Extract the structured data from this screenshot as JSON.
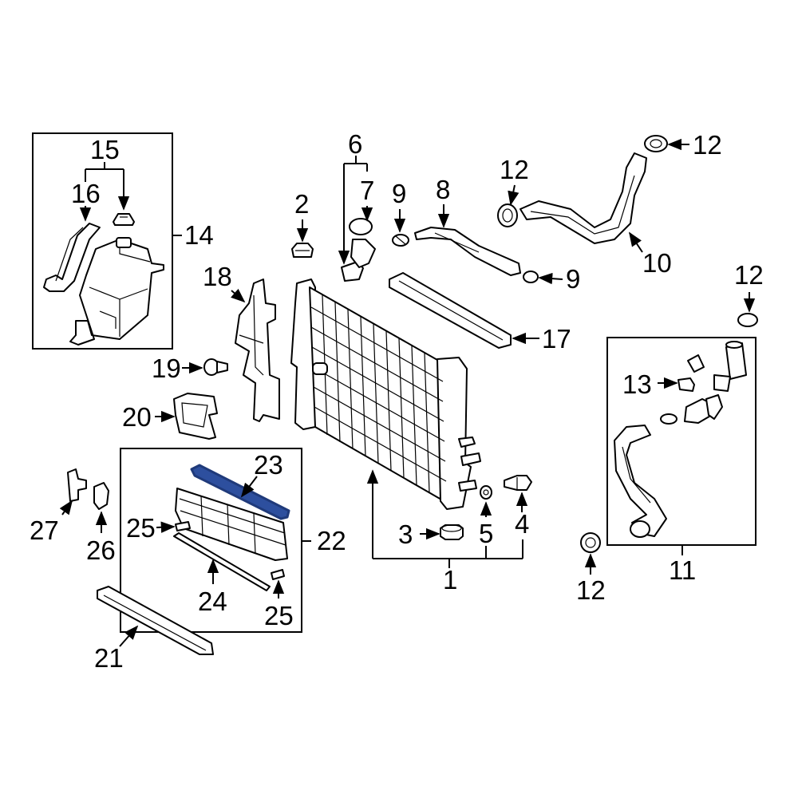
{
  "callouts": {
    "c1": "1",
    "c2": "2",
    "c3": "3",
    "c4": "4",
    "c5": "5",
    "c6": "6",
    "c7": "7",
    "c8": "8",
    "c9a": "9",
    "c9b": "9",
    "c10": "10",
    "c11": "11",
    "c12a": "12",
    "c12b": "12",
    "c12c": "12",
    "c12d": "12",
    "c13": "13",
    "c14": "14",
    "c15": "15",
    "c16": "16",
    "c17": "17",
    "c18": "18",
    "c19": "19",
    "c20": "20",
    "c21": "21",
    "c22": "22",
    "c23": "23",
    "c24": "24",
    "c25a": "25",
    "c25b": "25",
    "c26": "26",
    "c27": "27"
  },
  "colors": {
    "line": "#000000",
    "highlight": "#2d4f9e",
    "background": "#ffffff"
  },
  "highlighted_part": "23"
}
